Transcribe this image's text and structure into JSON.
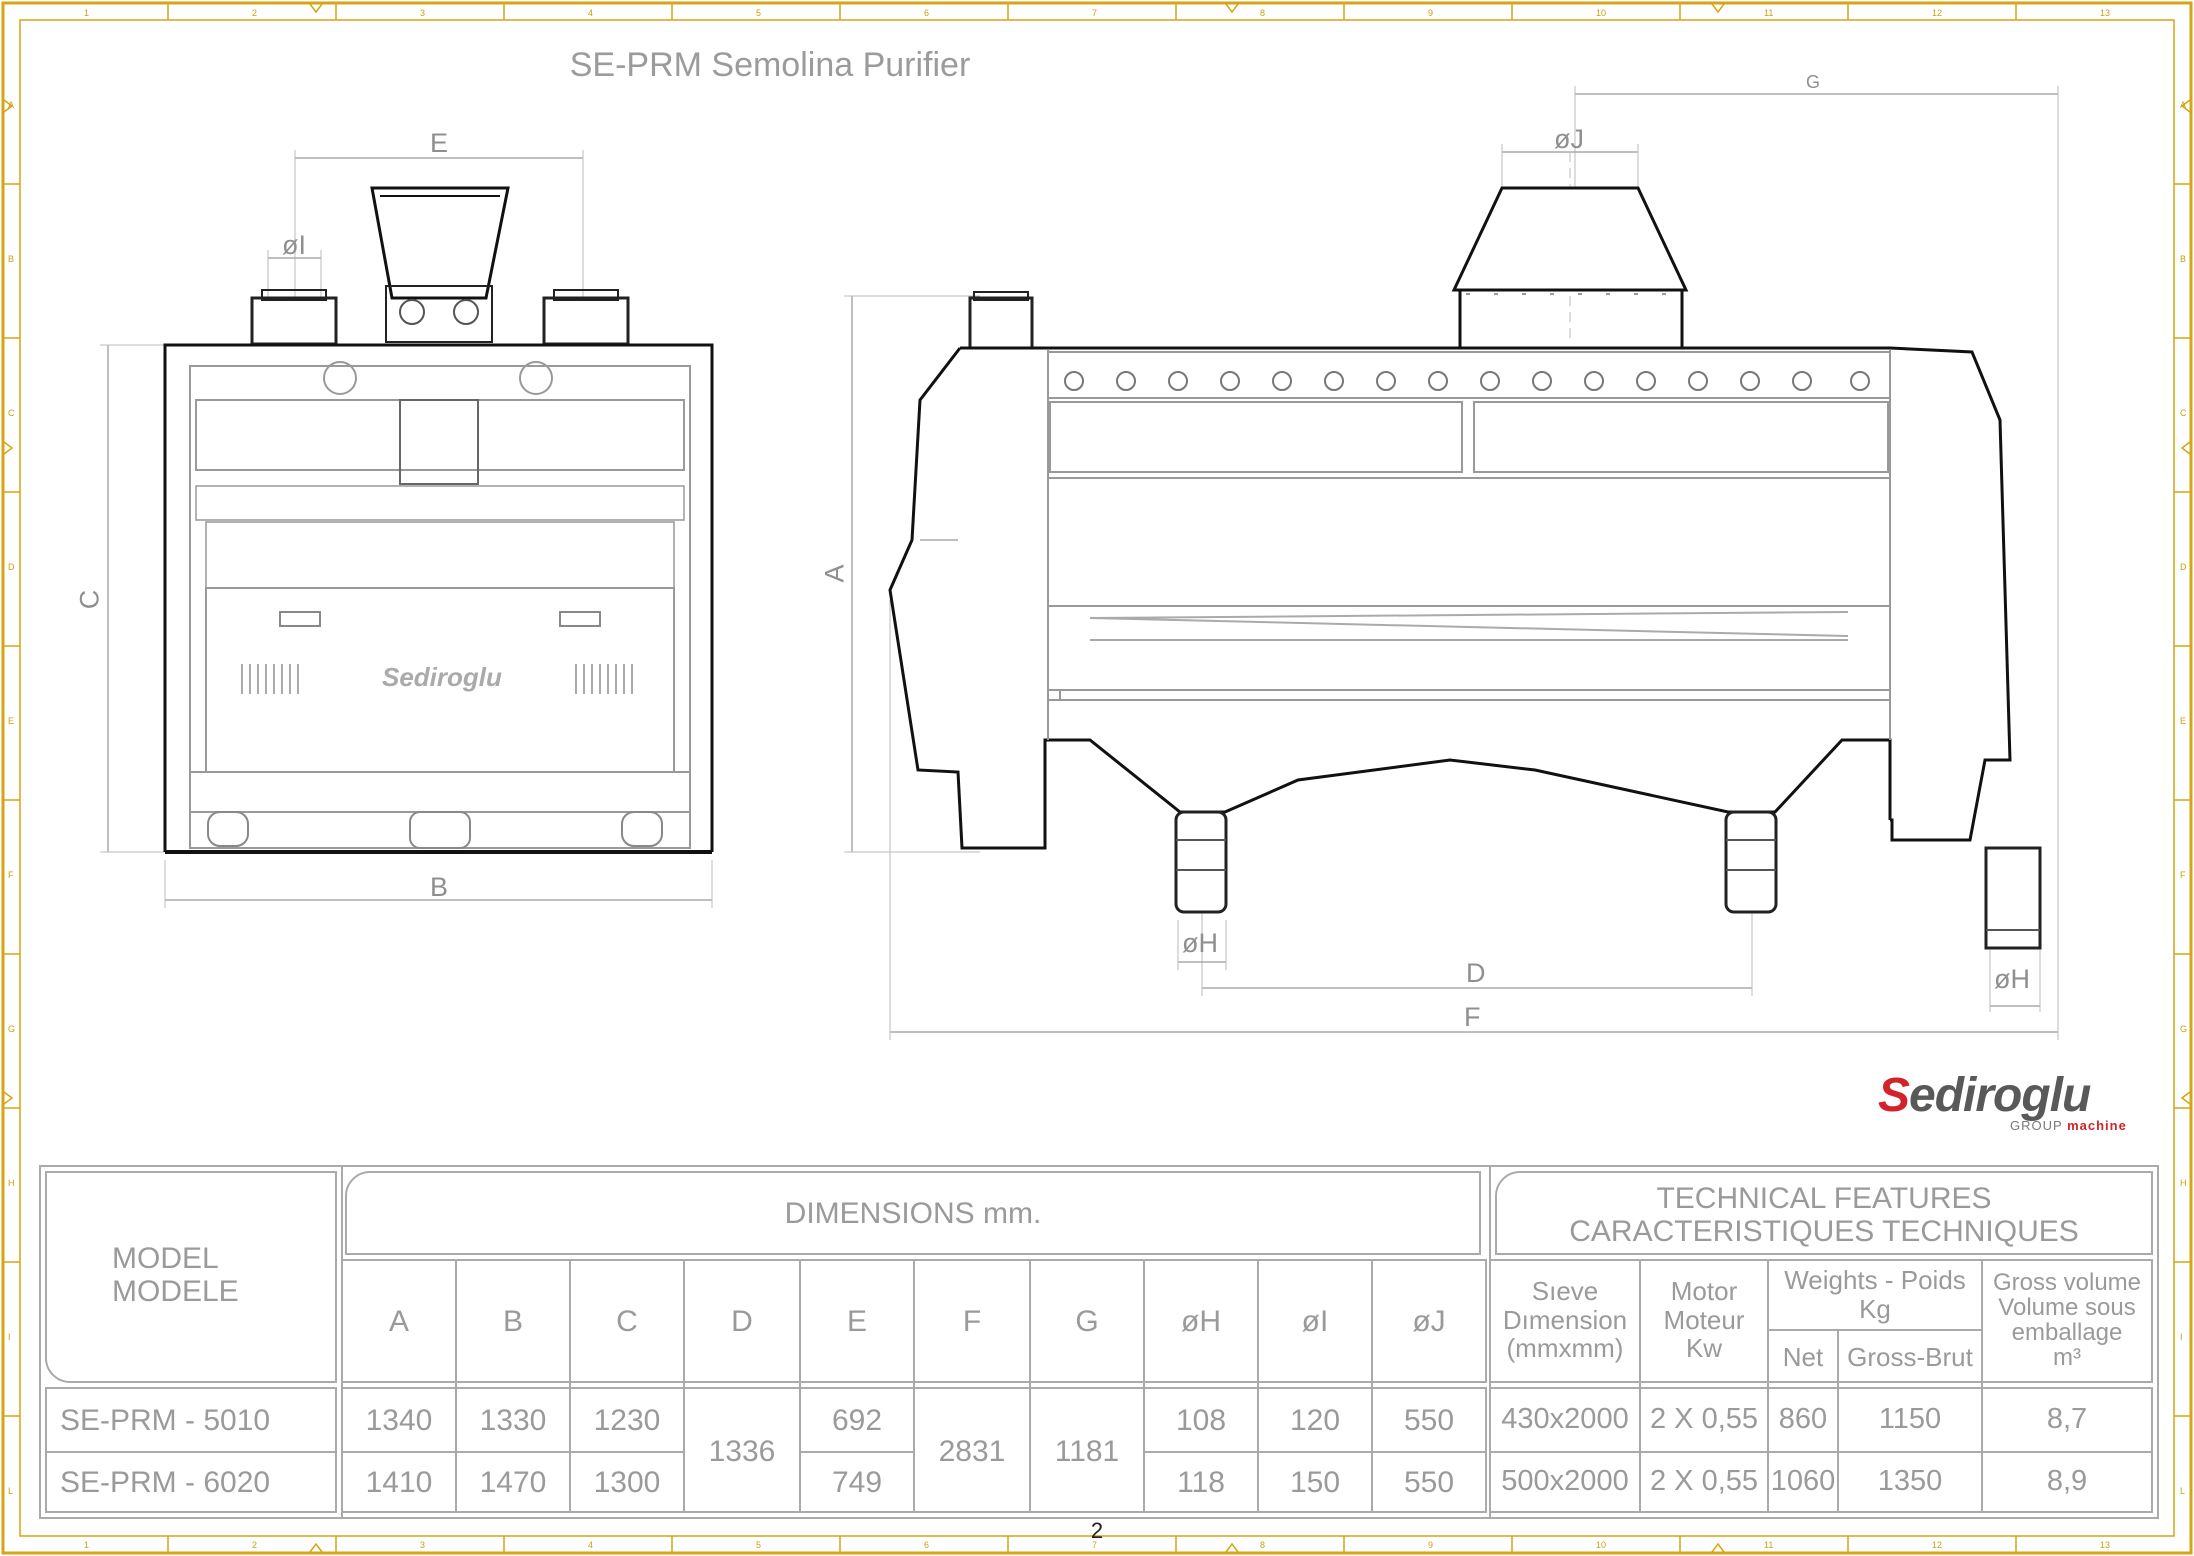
{
  "title": "SE-PRM Semolina Purifier",
  "page_number": "2",
  "drawing_labels": {
    "E": "E",
    "oI_front": "øI",
    "C": "C",
    "B": "B",
    "G": "G",
    "oJ": "øJ",
    "A": "A",
    "oH_left": "øH",
    "oH_right": "øH",
    "D": "D",
    "F": "F"
  },
  "machine_badge": "Sediroglu",
  "logo": {
    "word": "ediroglu",
    "initial": "S",
    "group": "GROUP",
    "machine": "machine",
    "brand_color": "#d2232a"
  },
  "border_ruler": {
    "columns": [
      "1",
      "2",
      "3",
      "4",
      "5",
      "6",
      "7",
      "8",
      "9",
      "10",
      "11",
      "12",
      "13"
    ],
    "rows": [
      "A",
      "B",
      "C",
      "D",
      "E",
      "F",
      "G",
      "H",
      "I",
      "L"
    ]
  },
  "table": {
    "model_header": [
      "MODEL",
      "MODELE"
    ],
    "dimensions_header": "DIMENSIONS mm.",
    "technical_header": [
      "TECHNICAL FEATURES",
      "CARACTERISTIQUES TECHNIQUES"
    ],
    "dimension_columns": [
      "A",
      "B",
      "C",
      "D",
      "E",
      "F",
      "G",
      "øH",
      "øI",
      "øJ"
    ],
    "tech_columns": {
      "sieve": [
        "Sıeve",
        "Dımension",
        "(mmxmm)"
      ],
      "motor": [
        "Motor",
        "Moteur",
        "Kw"
      ],
      "weights": [
        "Weights - Poids",
        "Kg"
      ],
      "net": "Net",
      "gross": "Gross-Brut",
      "volume": [
        "Gross volume",
        "Volume sous",
        "emballage",
        "m³"
      ]
    },
    "rows": [
      {
        "model": "SE-PRM - 5010",
        "A": "1340",
        "B": "1330",
        "C": "1230",
        "E": "692",
        "oH": "108",
        "oI": "120",
        "oJ": "550",
        "sieve": "430x2000",
        "motor": "2 X 0,55",
        "net": "860",
        "gross": "1150",
        "volume": "8,7"
      },
      {
        "model": "SE-PRM - 6020",
        "A": "1410",
        "B": "1470",
        "C": "1300",
        "E": "749",
        "oH": "118",
        "oI": "150",
        "oJ": "550",
        "sieve": "500x2000",
        "motor": "2 X 0,55",
        "net": "1060",
        "gross": "1350",
        "volume": "8,9"
      }
    ],
    "shared": {
      "D": "1336",
      "F": "2831",
      "G": "1181"
    }
  }
}
